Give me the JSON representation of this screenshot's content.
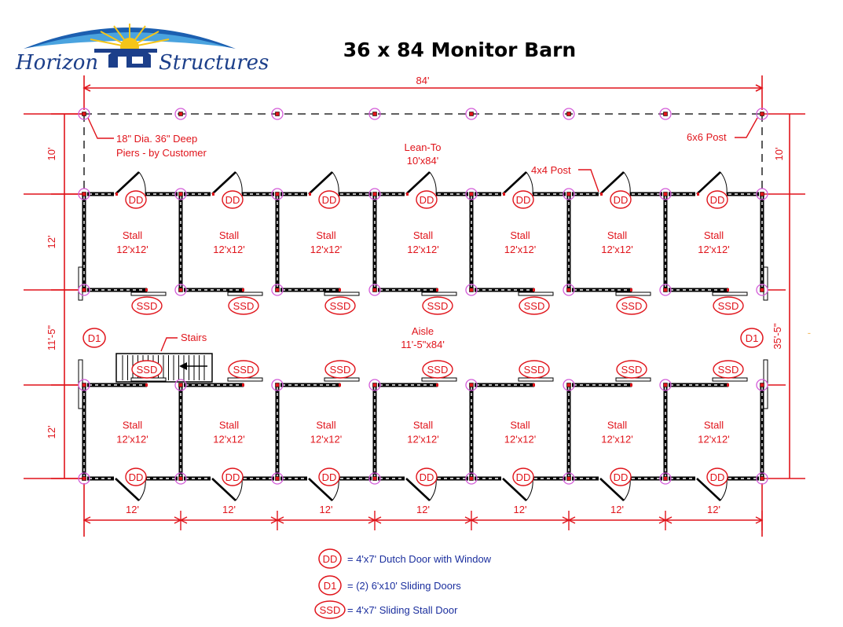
{
  "title": "36 x 84 Monitor Barn",
  "logo": {
    "word1": "Horizon",
    "word2": "Structures",
    "primary_color": "#1c3f8a",
    "accent_color": "#f5c518"
  },
  "dimensions": {
    "overall_length": "84'",
    "left_leanto": "10'",
    "right_leanto": "10'",
    "left_stall_top": "12'",
    "left_aisle": "11'-5\"",
    "left_stall_bottom": "12'",
    "right_total": "35'-5\"",
    "bottom_widths": [
      "12'",
      "12'",
      "12'",
      "12'",
      "12'",
      "12'",
      "12'"
    ]
  },
  "annotations": {
    "piers_line1": "18\" Dia. 36\" Deep",
    "piers_line2": "Piers - by Customer",
    "post_6x6": "6x6 Post",
    "post_4x4": "4x4 Post",
    "leanto_line1": "Lean-To",
    "leanto_line2": "10'x84'",
    "aisle_line1": "Aisle",
    "aisle_line2": "11'-5\"x84'",
    "stairs": "Stairs"
  },
  "stall": {
    "label": "Stall",
    "size": "12'x12'"
  },
  "door_tags": {
    "dd": "DD",
    "ssd": "SSD",
    "d1": "D1"
  },
  "legend": [
    {
      "tag": "DD",
      "text": "= 4'x7' Dutch Door with Window"
    },
    {
      "tag": "D1",
      "text": "= (2) 6'x10' Sliding Doors"
    },
    {
      "tag": "SSD",
      "text": "= 4'x7' Sliding Stall Door"
    }
  ],
  "colors": {
    "dimension": "#e0141b",
    "post_marker": "#d35ad8",
    "wall": "#000000",
    "legend_text": "#1b2f9e"
  }
}
